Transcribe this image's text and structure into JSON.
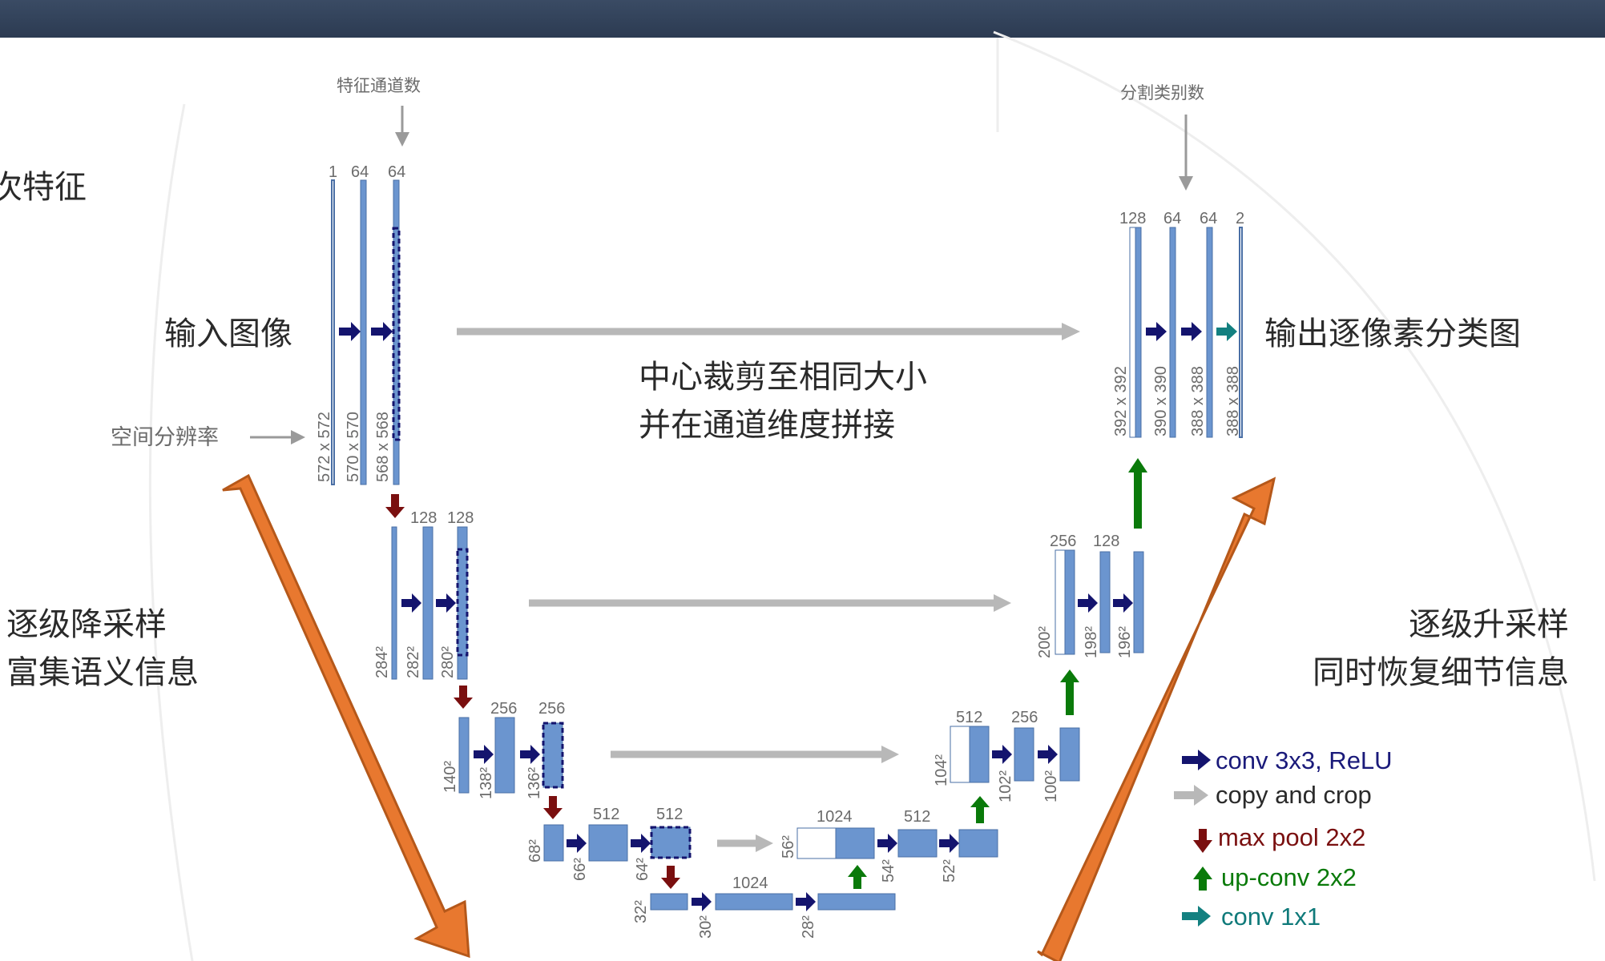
{
  "labels": {
    "feature_channels": "特征通道数",
    "num_classes": "分割类别数",
    "partial_top_left": "次特征",
    "input_image": "输入图像",
    "output_map": "输出逐像素分类图",
    "spatial_resolution": "空间分辨率",
    "crop_line1": "中心裁剪至相同大小",
    "crop_line2": "并在通道维度拼接",
    "down_line1": "逐级降采样",
    "down_line2": "富集语义信息",
    "up_line1": "逐级升采样",
    "up_line2": "同时恢复细节信息"
  },
  "encoder": {
    "level1": {
      "channels": [
        "1",
        "64",
        "64"
      ],
      "sizes": [
        "572 x 572",
        "570 x 570",
        "568 x 568"
      ]
    },
    "level2": {
      "channels": [
        "128",
        "128"
      ],
      "sizes": [
        "284²",
        "282²",
        "280²"
      ]
    },
    "level3": {
      "channels": [
        "256",
        "256"
      ],
      "sizes": [
        "140²",
        "138²",
        "136²"
      ]
    },
    "level4": {
      "channels": [
        "512",
        "512"
      ],
      "sizes": [
        "68²",
        "66²",
        "64²"
      ]
    }
  },
  "bottleneck": {
    "channels": [
      "1024"
    ],
    "sizes": [
      "32²",
      "30²",
      "28²"
    ]
  },
  "decoder": {
    "level4": {
      "channels": [
        "1024",
        "512"
      ],
      "sizes": [
        "56²",
        "54²",
        "52²"
      ]
    },
    "level3": {
      "channels": [
        "512",
        "256"
      ],
      "sizes": [
        "104²",
        "102²",
        "100²"
      ]
    },
    "level2": {
      "channels": [
        "256",
        "128"
      ],
      "sizes": [
        "200²",
        "198²",
        "196²"
      ]
    },
    "level1": {
      "channels": [
        "128",
        "64",
        "64",
        "2"
      ],
      "sizes": [
        "392 x 392",
        "390 x 390",
        "388 x 388",
        "388 x 388"
      ]
    }
  },
  "legend": [
    {
      "label": "conv 3x3, ReLU",
      "color": "#1a1a7a"
    },
    {
      "label": "copy and crop",
      "color": "#2a2a2a"
    },
    {
      "label": "max pool 2x2",
      "color": "#7a1010"
    },
    {
      "label": "up-conv 2x2",
      "color": "#0a7a0a"
    },
    {
      "label": "conv 1x1",
      "color": "#0f7a7a"
    }
  ],
  "colors": {
    "block_fill": "#6b95cf",
    "block_stroke": "#4a6fa5",
    "conv_arrow": "#14146e",
    "copy_arrow": "#b8b8b8",
    "pool_arrow": "#7a0f0f",
    "upconv_arrow": "#0a7a0a",
    "conv1x1_arrow": "#138080",
    "big_arrow": "#e8782f",
    "big_arrow_stroke": "#b5581a",
    "top_bar": "#2f3e55"
  }
}
